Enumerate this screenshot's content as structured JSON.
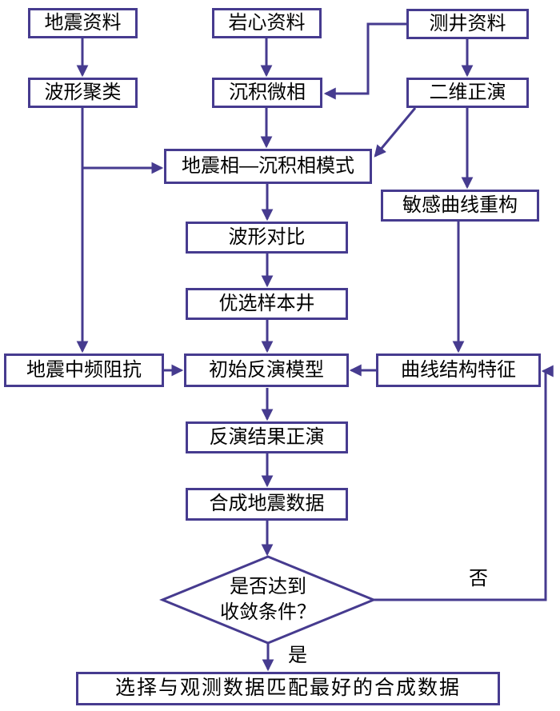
{
  "colors": {
    "line": "#463b8f",
    "text": "#000000",
    "background": "#ffffff"
  },
  "nodes": {
    "seismic_data": "地震资料",
    "core_data": "岩心资料",
    "logging_data": "测井资料",
    "waveform_clustering": "波形聚类",
    "sedimentary_microfacies": "沉积微相",
    "forward_2d": "二维正演",
    "facies_model": "地震相—沉积相模式",
    "sensitive_curve_reconstruction": "敏感曲线重构",
    "waveform_comparison": "波形对比",
    "optimal_sample_well": "优选样本井",
    "seismic_mid_freq_impedance": "地震中频阻抗",
    "initial_inversion_model": "初始反演模型",
    "curve_structure_features": "曲线结构特征",
    "inversion_result_forward": "反演结果正演",
    "synthetic_seismic_data": "合成地震数据",
    "final_selection": "选择与观测数据匹配最好的合成数据"
  },
  "decision": {
    "line1": "是否达到",
    "line2": "收敛条件？"
  },
  "branch_labels": {
    "no": "否",
    "yes": "是"
  }
}
